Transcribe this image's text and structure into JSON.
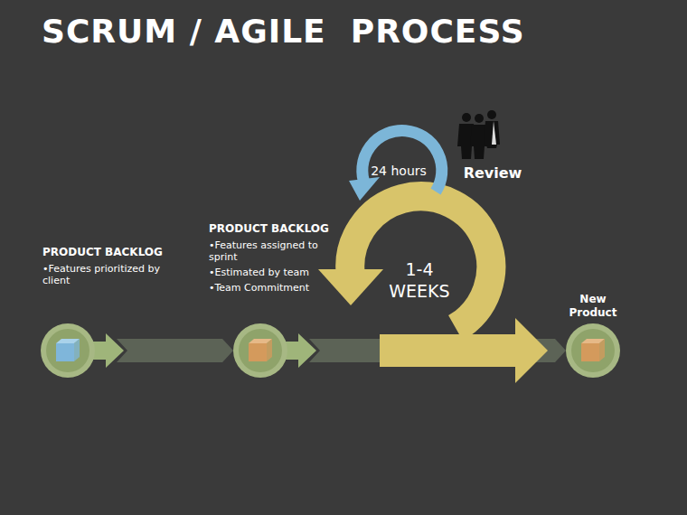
{
  "diagram": {
    "title": "SCRUM / AGILE  PROCESS",
    "nodes": [
      {
        "text": [
          "PRODUCT BACKLOG",
          "•Features prioritized by client"
        ]
      },
      {
        "text": [
          "PRODUCT BACKLOG",
          "•Features assigned to sprint",
          "•Estimated by team",
          "•Team Commitment"
        ]
      },
      {
        "text": [
          "New Product"
        ]
      }
    ],
    "edges": [
      {
        "from": 0,
        "to": 1,
        "arrow": "to"
      },
      {
        "from": 1,
        "to": 2,
        "arrow": "to"
      }
    ],
    "labels": [
      "24 hours",
      "Review",
      "1-4 WEEKS"
    ]
  }
}
